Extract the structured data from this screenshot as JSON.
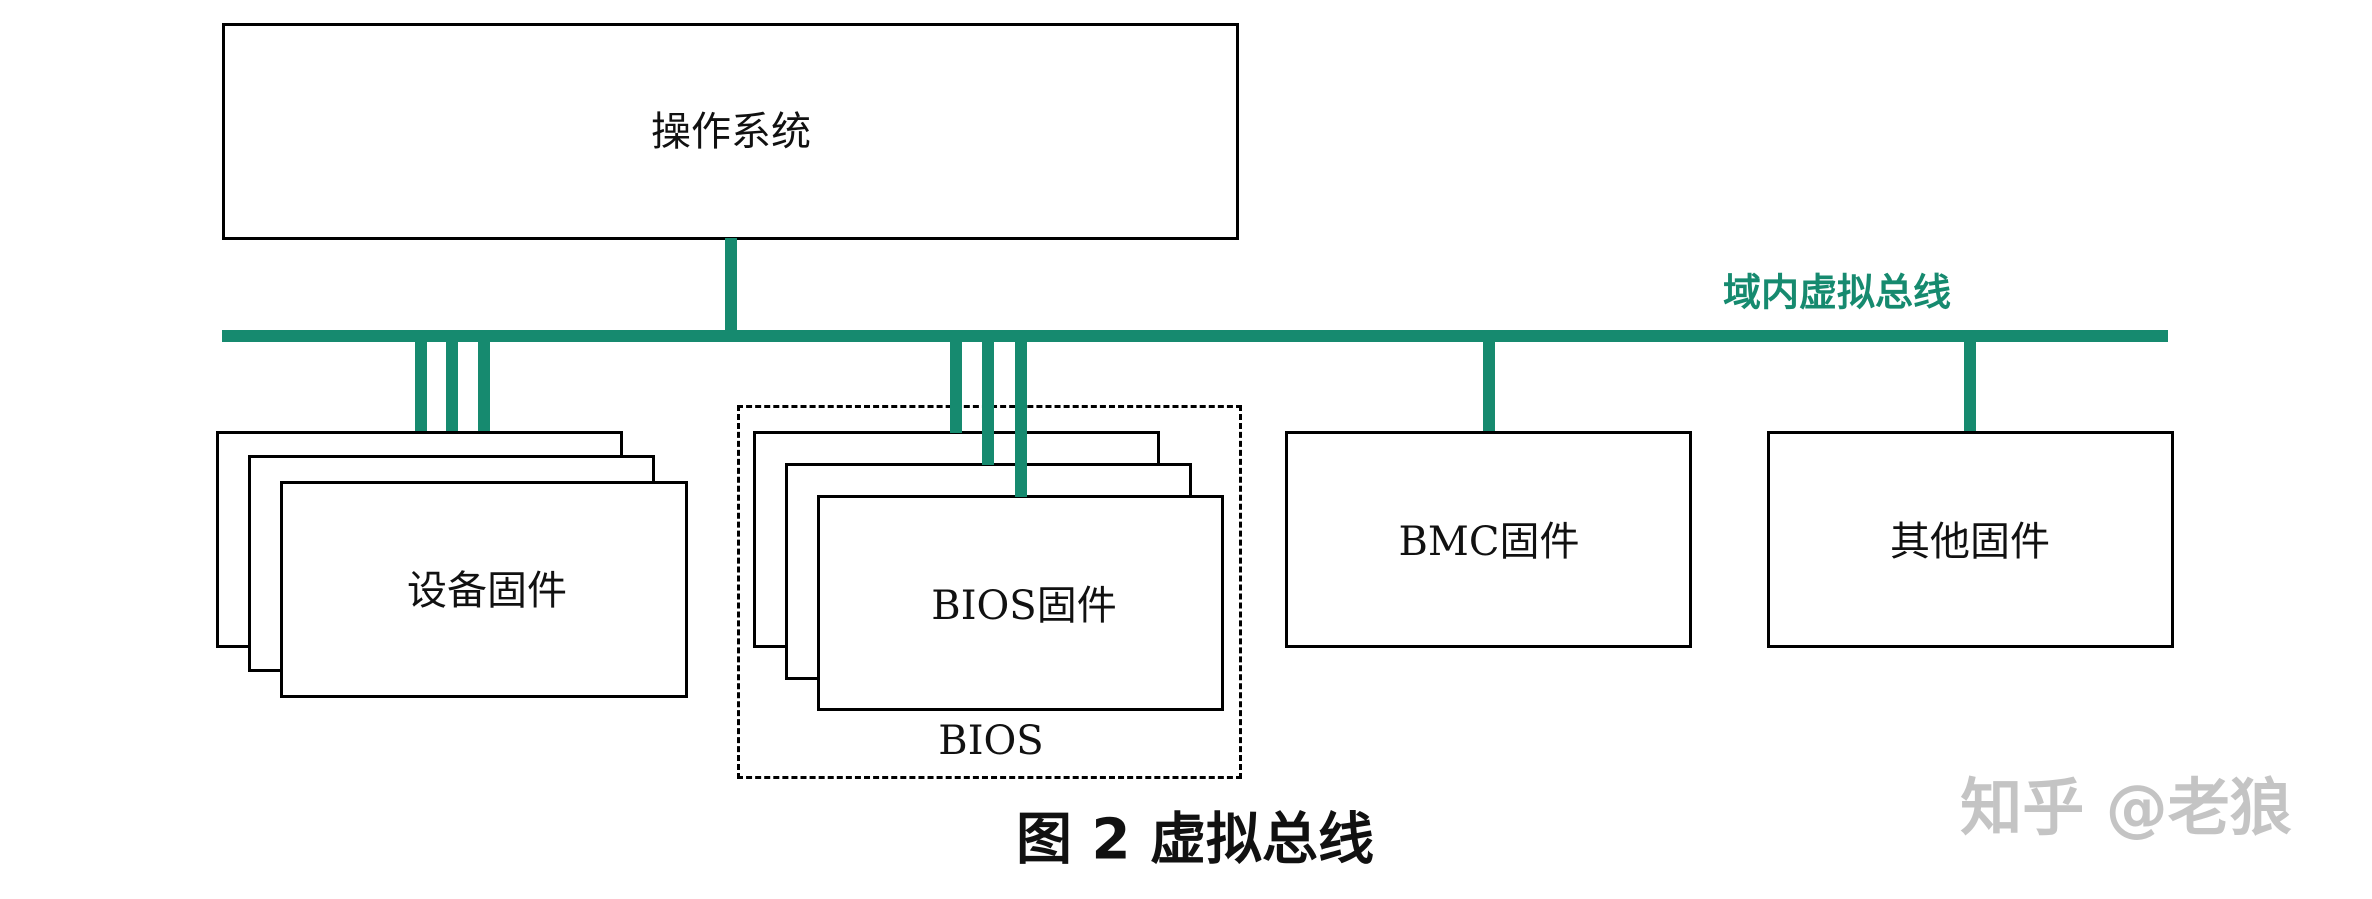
{
  "colors": {
    "bus": "#168a6f",
    "watermark": "#bdbdbd"
  },
  "os": {
    "label": "操作系统"
  },
  "bus": {
    "label": "域内虚拟总线"
  },
  "device": {
    "label": "设备固件"
  },
  "bios": {
    "label": "BIOS固件",
    "group_label": "BIOS"
  },
  "bmc": {
    "label": "BMC固件"
  },
  "other": {
    "label": "其他固件"
  },
  "caption": "图 2 虚拟总线",
  "watermark": "知乎 @老狼"
}
